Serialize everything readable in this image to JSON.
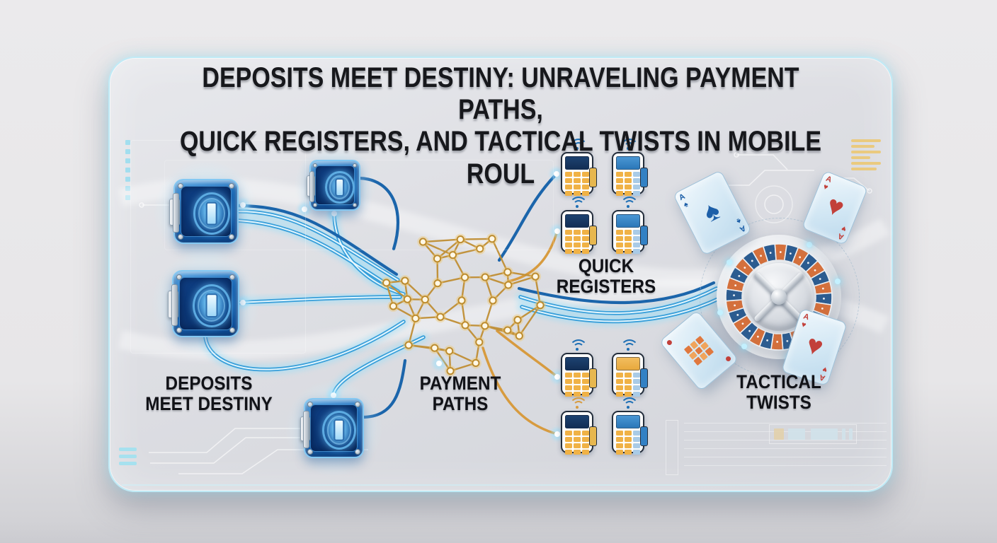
{
  "title": {
    "line1": "DEPOSITS MEET DESTINY: UNRAVELING PAYMENT PATHS,",
    "line2": "QUICK REGISTERS, AND TACTICAL TWISTS IN MOBILE ROUL"
  },
  "labels": {
    "deposits": [
      "DEPOSITS",
      "MEET DESTINY"
    ],
    "payment": [
      "PAYMENT",
      "PATHS"
    ],
    "registers": [
      "QUICK",
      "REGISTERS"
    ],
    "tactical": [
      "TACTICAL",
      "TWISTS"
    ]
  },
  "cards": {
    "spade": {
      "rank": "A",
      "suit": "♠"
    },
    "heart": {
      "rank": "A",
      "suit": "♥"
    }
  },
  "icons": {
    "vault": "safe-vault-icon",
    "terminal": "payment-terminal-icon",
    "wifi": "wireless-signal-icon",
    "network": "payment-network-mesh-icon",
    "roulette": "roulette-wheel-icon"
  },
  "colors": {
    "flow_blue": "#2f9ad8",
    "flow_glow": "#9adef8",
    "flow_dark": "#1b65ab",
    "gold_line": "#d79b3f",
    "mesh_gold": "#c08f35",
    "vault_blue": "#1565b4",
    "pocket_orange": "#d4703c",
    "pocket_navy": "#2c5c90",
    "card_blue": "#1d5fa8",
    "card_red": "#c2403a",
    "panel_border": "#bfeaf6"
  }
}
